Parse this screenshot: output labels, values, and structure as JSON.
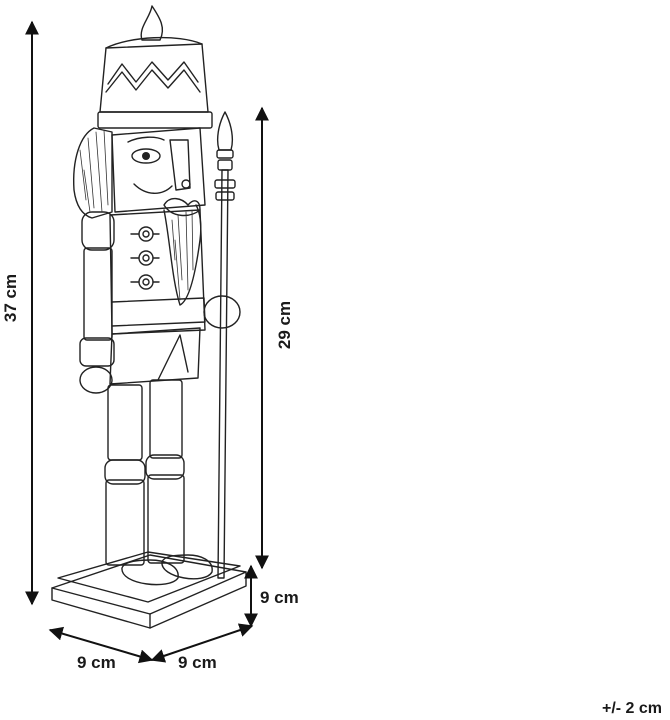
{
  "dimensions": {
    "total_height": "37 cm",
    "figure_height": "29 cm",
    "base_height": "9 cm",
    "base_depth": "9 cm",
    "base_width": "9 cm"
  },
  "tolerance": "+/- 2 cm"
}
